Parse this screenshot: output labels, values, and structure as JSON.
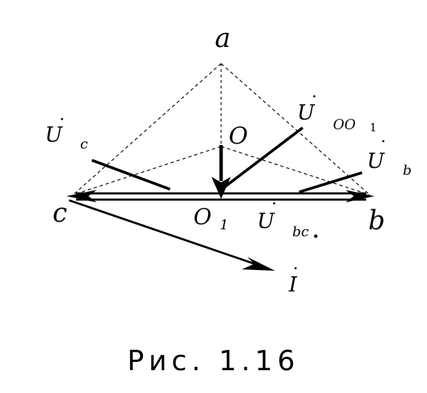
{
  "labels": {
    "a": "a",
    "b": "b",
    "c": "c",
    "O": "O",
    "O1_main": "O",
    "O1_sub": "1",
    "Uc_main": "U",
    "Uc_sub": "c",
    "Ub_main": "U",
    "Ub_sub": "b",
    "Ubc_main": "U",
    "Ubc_sub": "bc",
    "Uoo_main": "U",
    "Uoo_sub": "OO",
    "Uoo_sub2": "1",
    "I": "I",
    "dot": "·"
  },
  "caption": "Рис. 1.16"
}
